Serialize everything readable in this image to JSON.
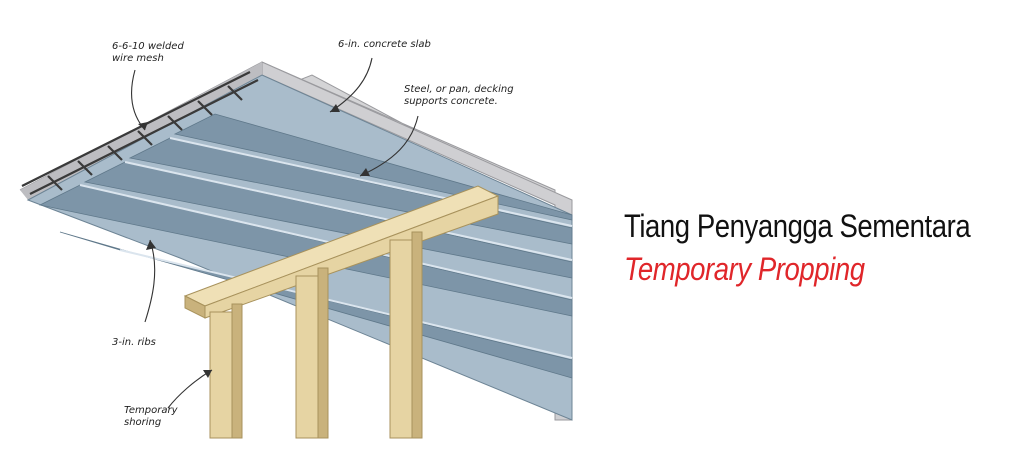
{
  "diagram": {
    "labels": {
      "mesh_line1": "6-6-10 welded",
      "mesh_line2": "wire mesh",
      "slab": "6-in. concrete slab",
      "decking_line1": "Steel, or pan, decking",
      "decking_line2": "supports concrete.",
      "ribs": "3-in. ribs",
      "shoring_line1": "Temporary",
      "shoring_line2": "shoring"
    },
    "colors": {
      "concrete": "#d4d4d6",
      "decking_light": "#a9bccb",
      "decking_dark": "#7d95a8",
      "timber": "#e6d4a3",
      "timber_shade": "#c9b27c"
    }
  },
  "title": {
    "main": "Tiang Penyangga Sementara",
    "sub": "Temporary Propping",
    "sub_color": "#e0262a"
  }
}
